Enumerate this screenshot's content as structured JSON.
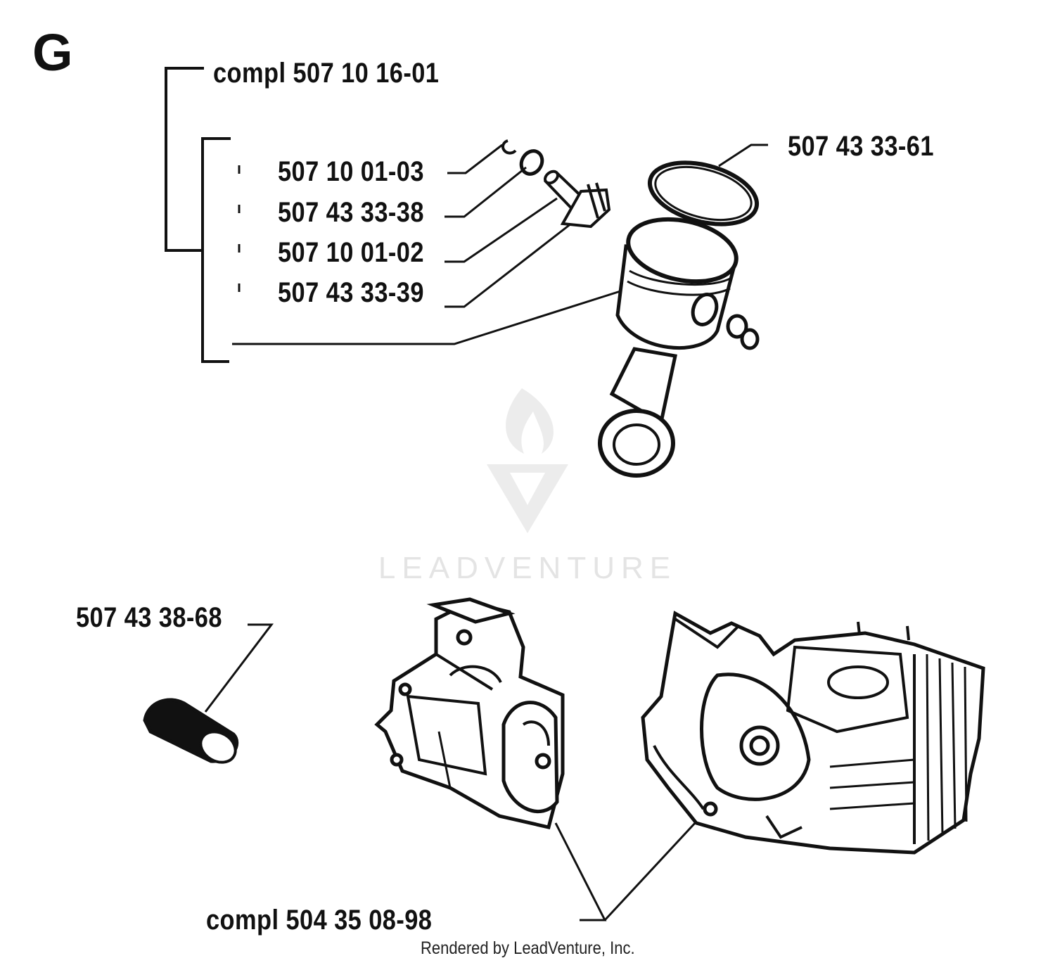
{
  "section_letter": "G",
  "labels": {
    "piston_kit": "compl 507 10 16-01",
    "retainer": "507 10 01-03",
    "washer": "507 43 33-38",
    "piston_pin": "507 10 01-02",
    "needle_bearing": "507 43 33-39",
    "piston_ring": "507 43 33-61",
    "sleeve": "507 43 38-68",
    "crankcase_kit": "compl 504 35 08-98"
  },
  "watermark": {
    "brand": "LEADVENTURE"
  },
  "footer": "Rendered by LeadVenture, Inc."
}
